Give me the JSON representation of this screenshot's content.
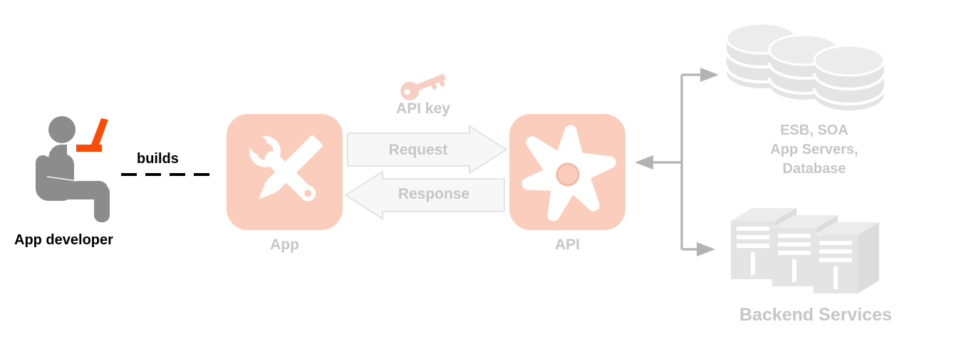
{
  "diagram": {
    "title_hidden": "API architecture overview",
    "colors": {
      "tile_fill": "#fbcdbc",
      "icon_white": "#ffffff",
      "person_gray": "#8c8c8c",
      "laptop_orange": "#fb4c07",
      "label_gray": "#c6c6c6",
      "label_black": "#000000",
      "arrow_fill": "#f7f7f7",
      "arrow_stroke": "#dddddd",
      "connector_gray": "#b3b3b3",
      "backend_gray": "#e4e4e4",
      "key_pink": "#f9d5ca"
    },
    "actor": {
      "label": "App developer",
      "icon": "seated-developer-with-laptop"
    },
    "builds_link": {
      "label": "builds",
      "style": "dashed",
      "dashes": 5
    },
    "app_node": {
      "label": "App",
      "icon": "wrench-and-pencil-icon"
    },
    "api_node": {
      "label": "API",
      "icon": "api-star-hub-icon"
    },
    "api_key": {
      "label": "API key",
      "icon": "key-icon"
    },
    "flows": [
      {
        "label": "Request",
        "direction": "right"
      },
      {
        "label": "Response",
        "direction": "left"
      }
    ],
    "backends": {
      "section_label": "Backend Services",
      "items": [
        {
          "label": "ESB, SOA\nApp Servers,\nDatabase",
          "line1": "ESB, SOA",
          "line2": "App Servers,",
          "line3": "Database",
          "icon": "database-stack-icon"
        },
        {
          "label": "",
          "icon": "server-rack-icon"
        }
      ]
    },
    "connectors": [
      {
        "name": "api-to-database",
        "direction": "right"
      },
      {
        "name": "backend-to-api",
        "direction": "left"
      },
      {
        "name": "api-to-servers",
        "direction": "right"
      }
    ]
  }
}
